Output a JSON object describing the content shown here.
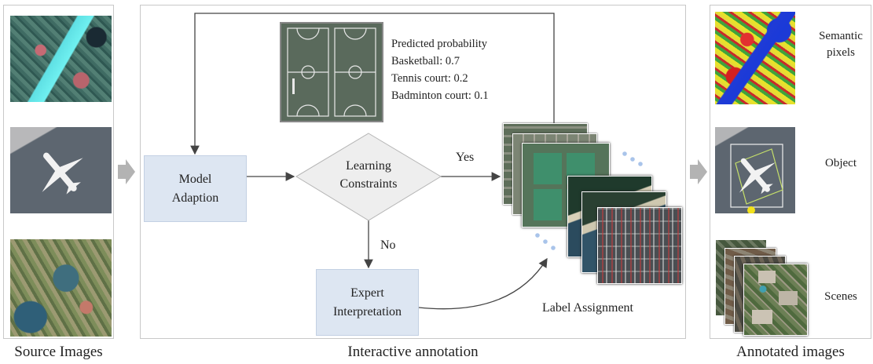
{
  "captions": {
    "source": "Source Images",
    "interactive": "Interactive annotation",
    "annotated": "Annotated images"
  },
  "flow": {
    "model_adaption": "Model\nAdaption",
    "learning_constraints": "Learning\nConstraints",
    "expert_interpretation": "Expert\nInterpretation",
    "yes": "Yes",
    "no": "No",
    "label_assignment": "Label Assignment"
  },
  "prediction": {
    "title": "Predicted probability",
    "lines": [
      "Basketball: 0.7",
      "Tennis court: 0.2",
      "Badminton court: 0.1"
    ]
  },
  "annotated_labels": {
    "semantic": "Semantic\npixels",
    "object": "Object",
    "scenes": "Scenes"
  },
  "colors": {
    "box_fill": "#dde6f2",
    "diamond_fill": "#eeeeee",
    "arrow_gray": "#b3b3b3",
    "dot_blue": "#a9c4ea",
    "line": "#444444"
  }
}
